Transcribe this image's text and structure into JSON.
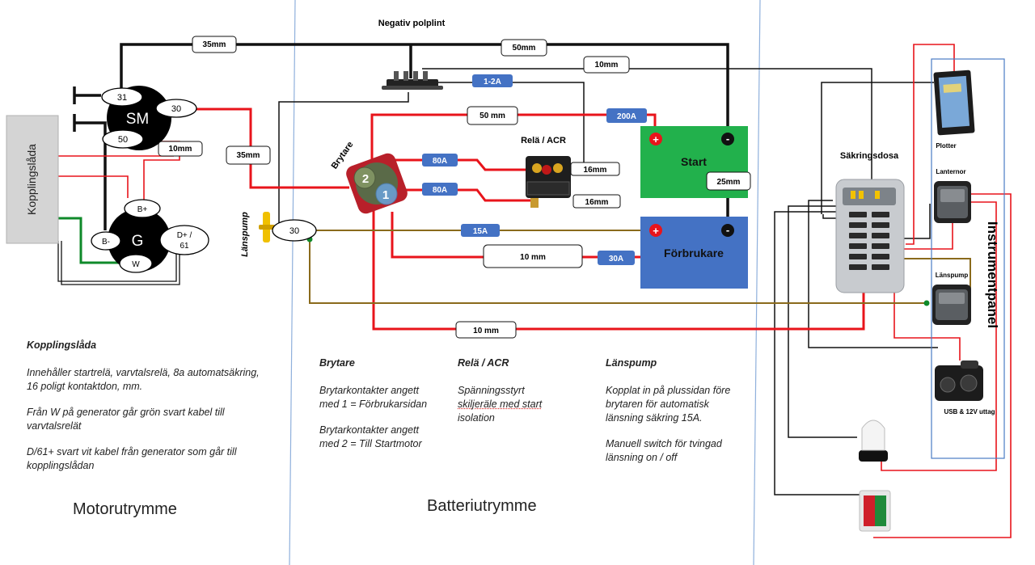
{
  "labels": {
    "kopplingslada": "Kopplingslåda",
    "negativ_polplint": "Negativ polplint",
    "brytare": "Brytare",
    "rela_acr": "Relä / ACR",
    "lanspump_device": "Länspump",
    "sakringsdosa": "Säkringsdosa",
    "plotter": "Plotter",
    "lanternor": "Lanternor",
    "lanspump_switch": "Länspump",
    "usb_uttag": "USB & 12V uttag",
    "instrumentpanel": "Instrumentpanel",
    "start_battery": "Start",
    "forbrukare_battery": "Förbrukare",
    "sm": "SM",
    "g": "G",
    "t31": "31",
    "t30": "30",
    "t50": "50",
    "b_plus": "B+",
    "b_minus": "B-",
    "d_plus_1": "D+ /",
    "d_plus_2": "61",
    "w": "W",
    "t30_pump": "30",
    "sw1": "1",
    "sw2": "2"
  },
  "cables": {
    "c35_top": "35mm",
    "c50_top": "50mm",
    "c10_top": "10mm",
    "c10_sm": "10mm",
    "c35_left": "35mm",
    "c50_mid": "50 mm",
    "c16_a": "16mm",
    "c16_b": "16mm",
    "c25": "25mm",
    "c10_mid": "10 mm",
    "c10_bottom": "10 mm"
  },
  "fuses": {
    "f_1_2a": "1-2A",
    "f_200a": "200A",
    "f_80a_1": "80A",
    "f_80a_2": "80A",
    "f_15a": "15A",
    "f_30a": "30A"
  },
  "terminals": {
    "plus": "+",
    "minus": "-"
  },
  "notes": {
    "kopplingslada": {
      "heading": "Kopplingslåda",
      "p1_l1": "Innehåller startrelä, varvtalsrelä, 8a automatsäkring,",
      "p1_l2": "16 poligt kontaktdon, mm.",
      "p2_l1": "Från W på generator går grön svart kabel till",
      "p2_l2": "varvtalsrelät",
      "p3_l1": "D/61+ svart vit kabel från generator som går till",
      "p3_l2": "kopplingslådan"
    },
    "brytare": {
      "heading": "Brytare",
      "p1_l1": "Brytarkontakter angett",
      "p1_l2": "med 1 = Förbrukarsidan",
      "p2_l1": "Brytarkontakter angett",
      "p2_l2": "med 2 = Till Startmotor"
    },
    "rela": {
      "heading": "Relä / ACR",
      "p1_l1": "Spänningsstyrt",
      "p1_l2": "skiljeräle med start",
      "p1_l3": "isolation"
    },
    "lanspump": {
      "heading": "Länspump",
      "p1_l1": "Kopplat in på plussidan före",
      "p1_l2": "brytaren för automatisk",
      "p1_l3": "länsning säkring 15A.",
      "p2_l1": "Manuell switch för tvingad",
      "p2_l2": "länsning on / off"
    }
  },
  "areas": {
    "motorutrymme": "Motorutrymme",
    "batteriutrymme": "Batteriutrymme"
  },
  "colors": {
    "red_wire": "#e8141b",
    "black_wire": "#111111",
    "brown_wire": "#8a6a1c",
    "green_wire": "#0f8a2a",
    "fuse_blue": "#4472c4",
    "start_green": "#22b14c",
    "forbrukare_blue": "#4472c4",
    "divider_blue": "#8fb0dc"
  }
}
